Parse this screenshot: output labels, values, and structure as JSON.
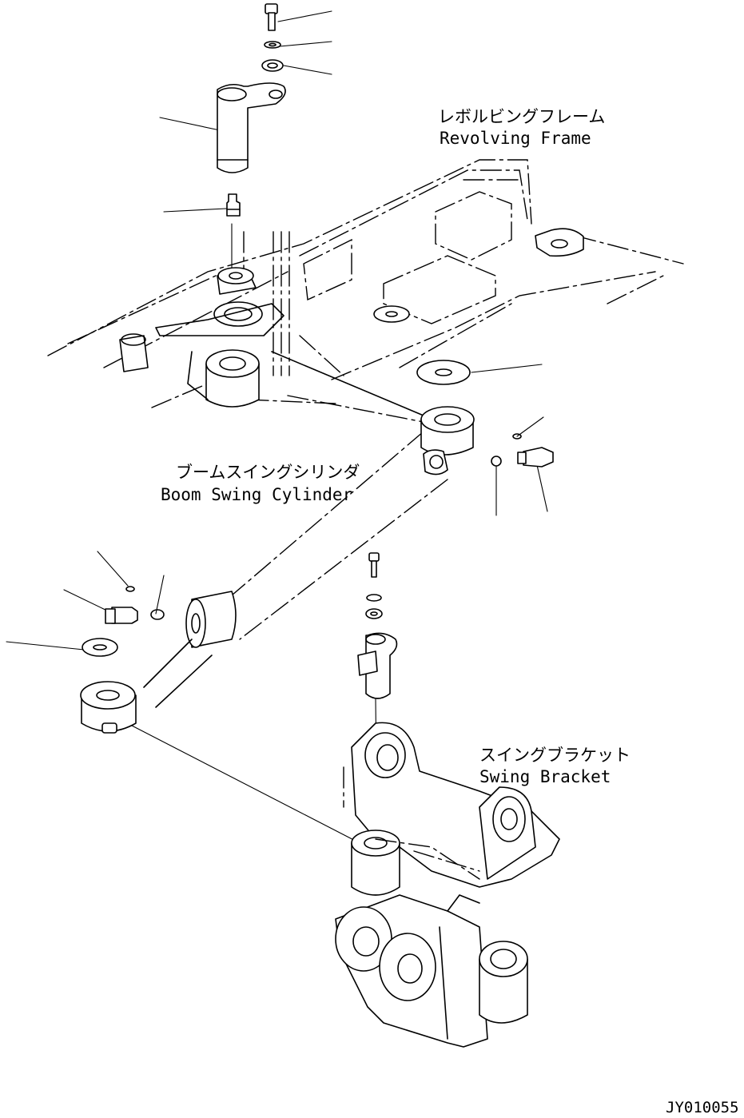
{
  "labels": {
    "revolving_frame_jp": "レボルビングフレーム",
    "revolving_frame_en": "Revolving Frame",
    "boom_swing_cylinder_jp": "ブームスイングシリンダ",
    "boom_swing_cylinder_en": "Boom Swing Cylinder",
    "swing_bracket_jp": "スイングブラケット",
    "swing_bracket_en": "Swing Bracket"
  },
  "drawing_code": "JY010055"
}
